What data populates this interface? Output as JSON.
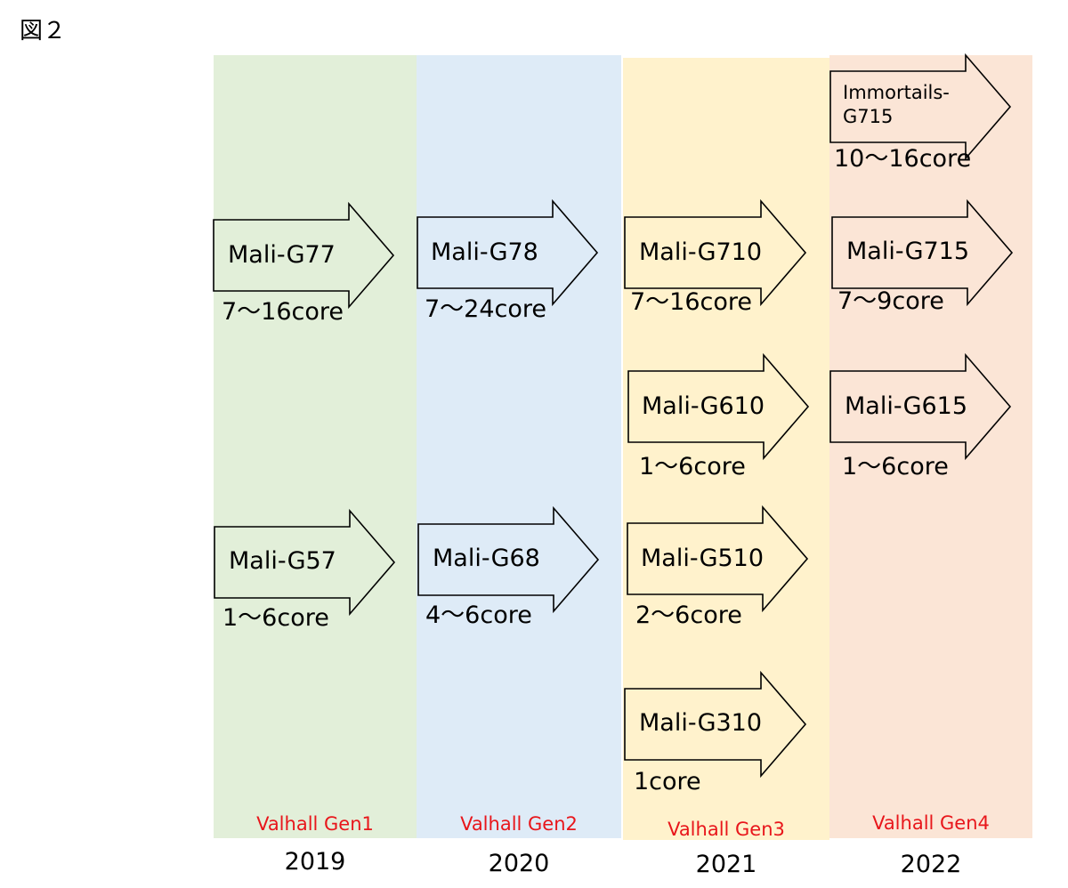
{
  "figure_label": "図２",
  "columns": [
    {
      "year": "2019",
      "generation": "Valhall Gen1",
      "color": "#e2efd9",
      "gpus": [
        {
          "name": "Mali-G77",
          "cores": "7～16core"
        },
        {
          "name": "Mali-G57",
          "cores": "1～6core"
        }
      ]
    },
    {
      "year": "2020",
      "generation": "Valhall Gen2",
      "color": "#deebf7",
      "gpus": [
        {
          "name": "Mali-G78",
          "cores": "7～24core"
        },
        {
          "name": "Mali-G68",
          "cores": "4～6core"
        }
      ]
    },
    {
      "year": "2021",
      "generation": "Valhall Gen3",
      "color": "#fff2cc",
      "gpus": [
        {
          "name": "Mali-G710",
          "cores": "7～16core"
        },
        {
          "name": "Mali-G610",
          "cores": "1～6core"
        },
        {
          "name": "Mali-G510",
          "cores": "2～6core"
        },
        {
          "name": "Mali-G310",
          "cores": "1core"
        }
      ]
    },
    {
      "year": "2022",
      "generation": "Valhall Gen4",
      "color": "#fbe5d6",
      "gpus": [
        {
          "name_line1": "Immortails-",
          "name_line2": "G715",
          "cores": "10～16core"
        },
        {
          "name": "Mali-G715",
          "cores": "7～9core"
        },
        {
          "name": "Mali-G615",
          "cores": "1～6core"
        }
      ]
    }
  ],
  "colors": {
    "generation_text": "#e8161b",
    "arrow_stroke": "#000000"
  }
}
